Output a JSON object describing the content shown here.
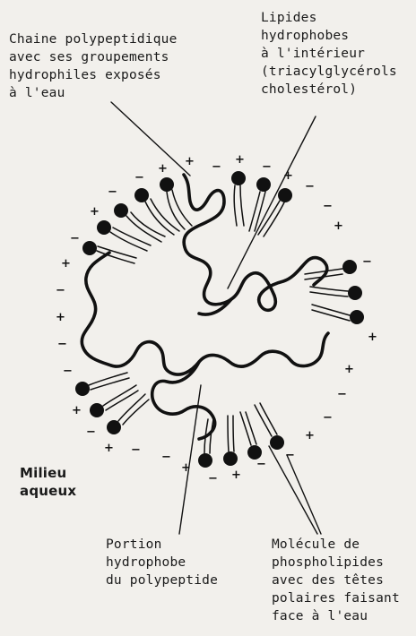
{
  "labels": {
    "chain": "Chaine polypeptidique\navec ses groupements\nhydrophiles exposés\nà l'eau",
    "lipids": "Lipides\nhydrophobes\nà l'intérieur\n(triacylglycérols\ncholestérol)",
    "milieu": "Milieu\naqueux",
    "portion": "Portion\nhydrophobe\ndu polypeptide",
    "molecule": "Molécule de\nphospholipides\navec des têtes\npolaires faisant\nface à l'eau"
  },
  "colors": {
    "ink": "#111111",
    "paper": "#f2f0ec"
  }
}
